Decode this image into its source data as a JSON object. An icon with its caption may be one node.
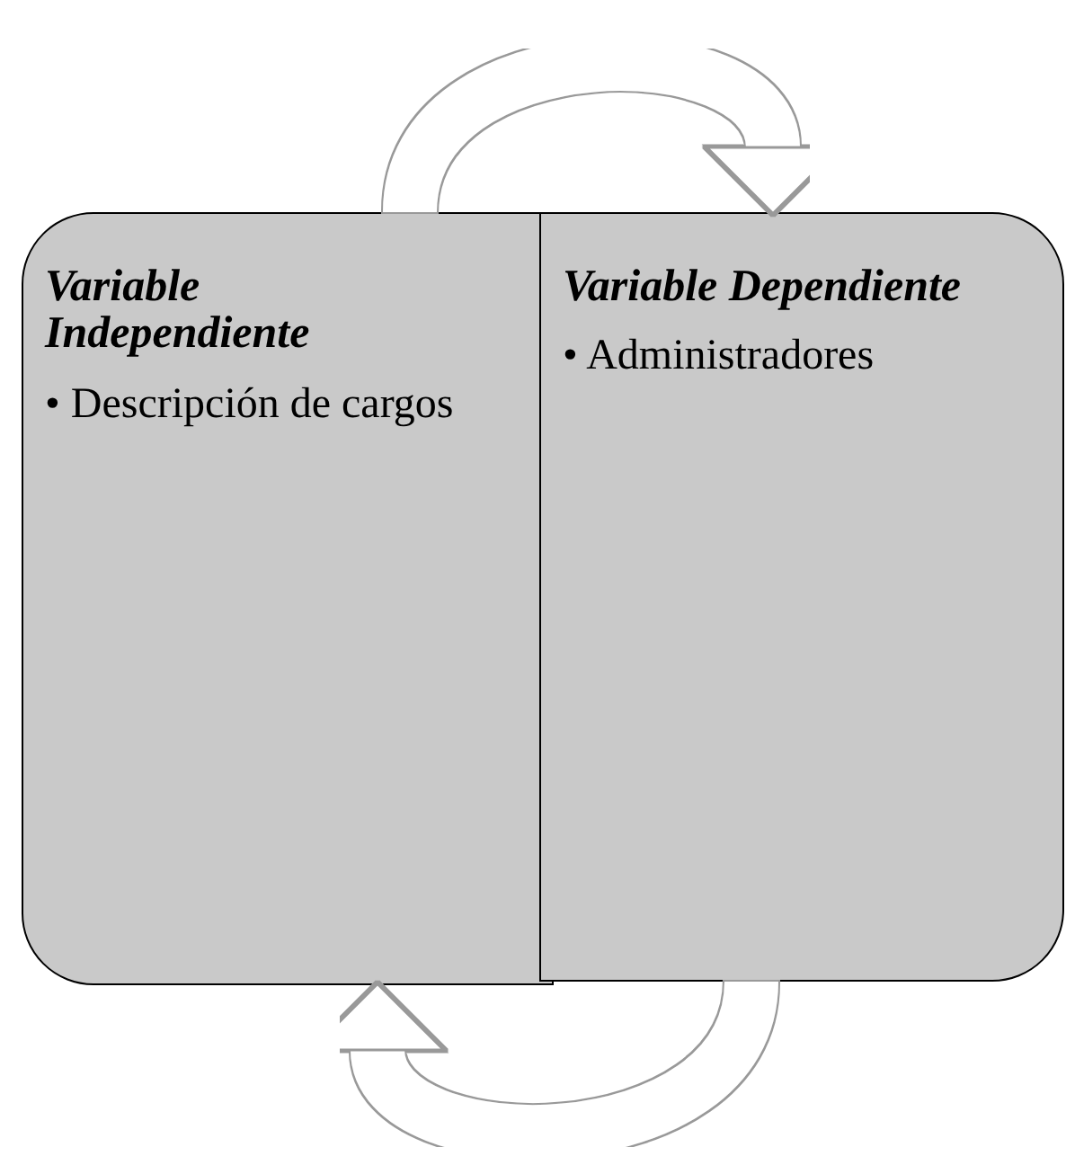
{
  "diagram": {
    "nodes": [
      {
        "text": [
          "Variable Independiente",
          "• Descripción de cargos"
        ]
      },
      {
        "text": [
          "Variable Dependiente",
          "• Administradores"
        ]
      }
    ],
    "edges": [
      {
        "from": 0,
        "to": 1,
        "arrow": "to"
      },
      {
        "from": 1,
        "to": 0,
        "arrow": "to"
      }
    ]
  }
}
